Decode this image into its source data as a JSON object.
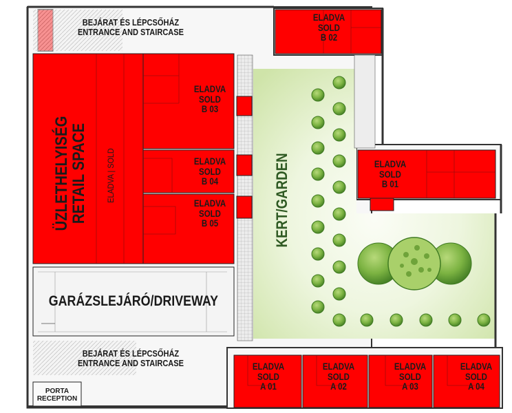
{
  "entrance_top": {
    "line1": "BEJÁRAT ÉS LÉPCSŐHÁZ",
    "line2": "ENTRANCE AND STAIRCASE"
  },
  "entrance_bottom": {
    "line1": "BEJÁRAT ÉS LÉPCSŐHÁZ",
    "line2": "ENTRANCE AND STAIRCASE"
  },
  "retail": {
    "line1": "ÜZLETHELYISÉG",
    "line2": "RETAIL SPACE",
    "status": "ELADVA | SOLD"
  },
  "driveway": "GARÁZSLEJÁRÓ/DRIVEWAY",
  "garden": "KERT/GARDEN",
  "porta": {
    "line1": "PORTA",
    "line2": "RECEPTION"
  },
  "units": [
    {
      "id": "B 02",
      "status1": "ELADVA",
      "status2": "SOLD"
    },
    {
      "id": "B 03",
      "status1": "ELADVA",
      "status2": "SOLD"
    },
    {
      "id": "B 04",
      "status1": "ELADVA",
      "status2": "SOLD"
    },
    {
      "id": "B 05",
      "status1": "ELADVA",
      "status2": "SOLD"
    },
    {
      "id": "B 01",
      "status1": "ELADVA",
      "status2": "SOLD"
    },
    {
      "id": "A 01",
      "status1": "ELADVA",
      "status2": "SOLD"
    },
    {
      "id": "A 02",
      "status1": "ELADVA",
      "status2": "SOLD"
    },
    {
      "id": "A 03",
      "status1": "ELADVA",
      "status2": "SOLD"
    },
    {
      "id": "A 04",
      "status1": "ELADVA",
      "status2": "SOLD"
    }
  ],
  "colors": {
    "sold": "#ff0000",
    "wall": "#3a3a3a",
    "garden_light": "#e9f3d6",
    "tree": "#7cb342",
    "tree_dark": "#4e8a2a"
  }
}
